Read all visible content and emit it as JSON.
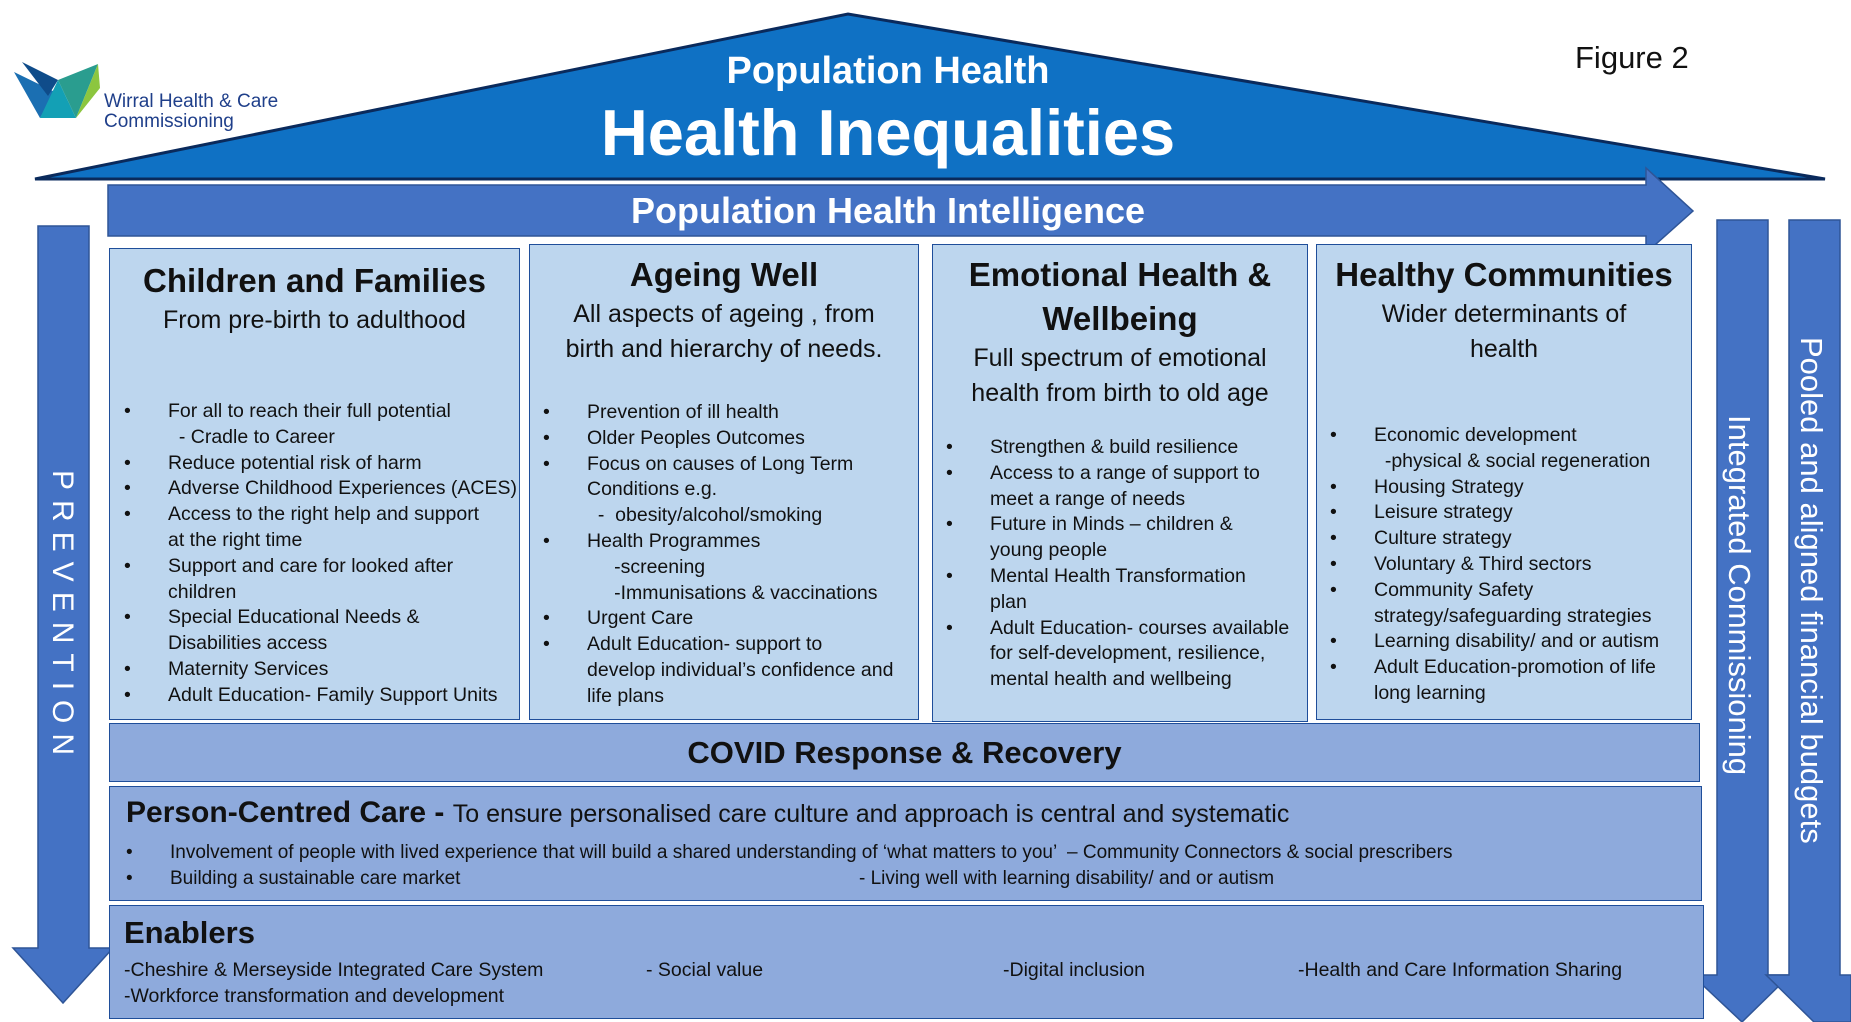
{
  "logo": {
    "line1": "Wirral Health & Care",
    "line2": "Commissioning"
  },
  "figure_label": "Figure 2",
  "roof": {
    "subtitle": "Population Health",
    "title": "Health Inequalities"
  },
  "intelligence_label": "Population Health Intelligence",
  "left_arrow_label": "PREVENTION",
  "right_arrows": {
    "inner": "Integrated Commissioning",
    "outer": "Pooled and aligned financial budgets"
  },
  "columns": {
    "children": {
      "title": "Children and Families",
      "subtitle": "From pre-birth to adulthood",
      "items": [
        {
          "text": "For all to reach their full potential",
          "bullet": true
        },
        {
          "text": "  - Cradle to Career",
          "bullet": false
        },
        {
          "text": "Reduce potential risk of harm",
          "bullet": true
        },
        {
          "text": "Adverse Childhood Experiences (ACES)",
          "bullet": true
        },
        {
          "text": "Access to the right help and support",
          "bullet": true
        },
        {
          "text": "at the right time",
          "bullet": false
        },
        {
          "text": "Support and care for looked after",
          "bullet": true
        },
        {
          "text": "children",
          "bullet": false
        },
        {
          "text": "Special Educational Needs &",
          "bullet": true
        },
        {
          "text": "Disabilities access",
          "bullet": false
        },
        {
          "text": "Maternity Services",
          "bullet": true
        },
        {
          "text": "Adult Education- Family Support Units",
          "bullet": true
        }
      ]
    },
    "ageing": {
      "title": "Ageing Well",
      "subtitle_line1": "All aspects of ageing , from",
      "subtitle_line2": "birth and hierarchy of needs.",
      "items": [
        {
          "text": "Prevention of ill health",
          "bullet": true
        },
        {
          "text": "Older Peoples Outcomes",
          "bullet": true
        },
        {
          "text": "Focus on causes of Long Term",
          "bullet": true
        },
        {
          "text": "Conditions e.g.",
          "bullet": false
        },
        {
          "text": "  -  obesity/alcohol/smoking",
          "bullet": false
        },
        {
          "text": "Health Programmes",
          "bullet": true
        },
        {
          "text": "     -screening",
          "bullet": false
        },
        {
          "text": "     -Immunisations & vaccinations",
          "bullet": false
        },
        {
          "text": "Urgent Care",
          "bullet": true
        },
        {
          "text": "Adult Education- support to",
          "bullet": true
        },
        {
          "text": "develop individual’s confidence and",
          "bullet": false
        },
        {
          "text": "life plans",
          "bullet": false
        }
      ]
    },
    "emotional": {
      "title_line1": "Emotional Health &",
      "title_line2": "Wellbeing",
      "subtitle_line1": "Full spectrum of emotional",
      "subtitle_line2": "health from birth to old age",
      "items": [
        {
          "text": "Strengthen & build resilience",
          "bullet": true
        },
        {
          "text": "Access to a range of support to",
          "bullet": true
        },
        {
          "text": "meet a range of needs",
          "bullet": false
        },
        {
          "text": "Future in Minds – children &",
          "bullet": true
        },
        {
          "text": "young people",
          "bullet": false
        },
        {
          "text": "Mental Health Transformation",
          "bullet": true
        },
        {
          "text": "plan",
          "bullet": false
        },
        {
          "text": "Adult Education- courses available",
          "bullet": true
        },
        {
          "text": "for self-development, resilience,",
          "bullet": false
        },
        {
          "text": "mental health and wellbeing",
          "bullet": false
        }
      ]
    },
    "communities": {
      "title": "Healthy Communities",
      "subtitle_line1": "Wider determinants  of",
      "subtitle_line2": "health",
      "items": [
        {
          "text": "Economic development",
          "bullet": true
        },
        {
          "text": "  -physical & social regeneration",
          "bullet": false
        },
        {
          "text": "Housing Strategy",
          "bullet": true
        },
        {
          "text": "Leisure strategy",
          "bullet": true
        },
        {
          "text": "Culture strategy",
          "bullet": true
        },
        {
          "text": "Voluntary & Third sectors",
          "bullet": true
        },
        {
          "text": "Community Safety",
          "bullet": true
        },
        {
          "text": "strategy/safeguarding strategies",
          "bullet": false
        },
        {
          "text": "Learning disability/ and or autism",
          "bullet": true
        },
        {
          "text": "Adult Education-promotion of life",
          "bullet": true
        },
        {
          "text": "long learning",
          "bullet": false
        }
      ]
    }
  },
  "covid": "COVID Response & Recovery",
  "person_centred": {
    "title": "Person-Centred Care - ",
    "subtitle": "To ensure personalised care culture and approach is central and systematic",
    "bullet1": "Involvement of people with lived experience that will build a shared understanding of ‘what matters to you’  – Community Connectors & social prescribers",
    "bullet2a": "Building a sustainable care market",
    "bullet2b": "- Living well with learning disability/ and or autism"
  },
  "enablers": {
    "title": "Enablers",
    "item1": "-Cheshire & Merseyside Integrated Care System",
    "item2": "- Social value",
    "item3": "-Digital inclusion",
    "item4": "-Health and Care Information Sharing",
    "item5": "-Workforce transformation and development"
  },
  "colors": {
    "roof": "#0f71c4",
    "arrow": "#4472c4",
    "column": "#bdd6ee",
    "band": "#8eaadc",
    "border": "#1f4e9a"
  }
}
